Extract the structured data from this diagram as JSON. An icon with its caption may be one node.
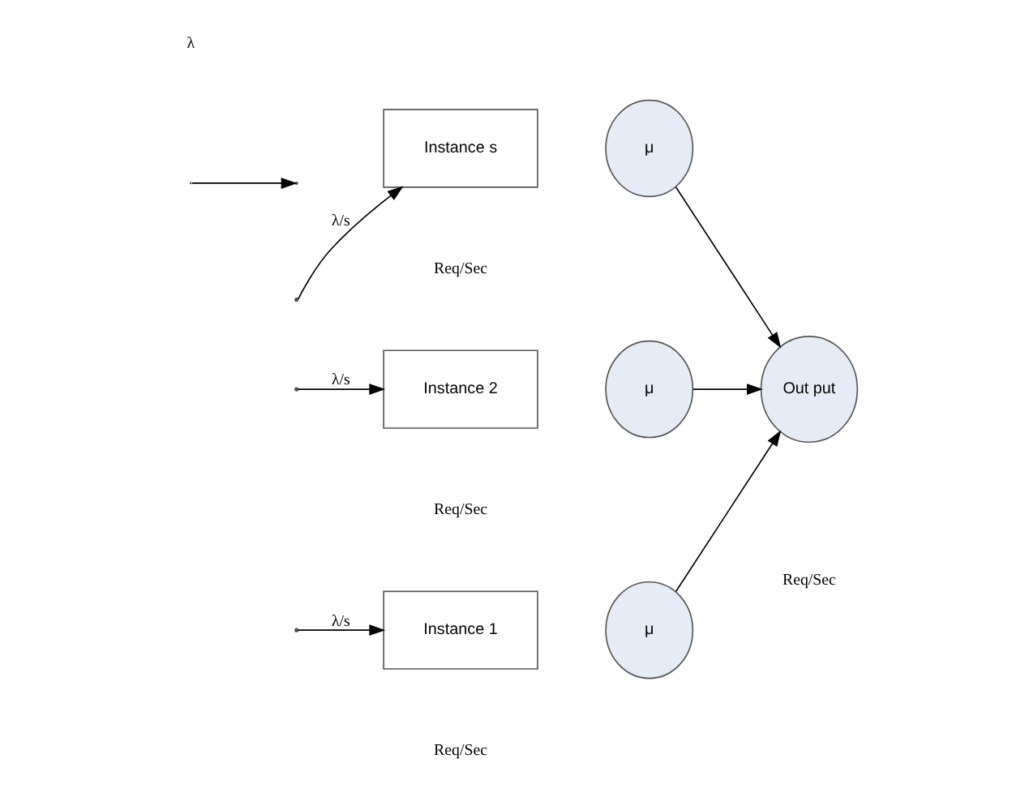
{
  "diagram": {
    "nodes": [
      {
        "text": [
          "Instance 1"
        ]
      },
      {
        "text": [
          "μ"
        ]
      },
      {
        "text": [
          "Instance 2"
        ]
      },
      {
        "text": [
          "μ"
        ]
      },
      {
        "text": [
          "Instance s"
        ]
      },
      {
        "text": [
          "μ"
        ]
      },
      {
        "text": [
          "Out put"
        ]
      }
    ],
    "edges": [
      {
        "from": null,
        "to": 0,
        "arrow": "to",
        "label": "λ/s"
      },
      {
        "from": null,
        "to": 2,
        "arrow": "to",
        "label": "λ/s"
      },
      {
        "from": null,
        "to": 4,
        "arrow": "to",
        "label": "λ/s"
      },
      {
        "from": 1,
        "to": 6,
        "arrow": "to"
      },
      {
        "from": 3,
        "to": 6,
        "arrow": "to"
      },
      {
        "from": 5,
        "to": 6,
        "arrow": "to"
      }
    ],
    "labels": [
      "Req/Sec",
      "λ",
      "Req/Sec",
      "Req/Sec",
      "Req/Sec"
    ]
  }
}
